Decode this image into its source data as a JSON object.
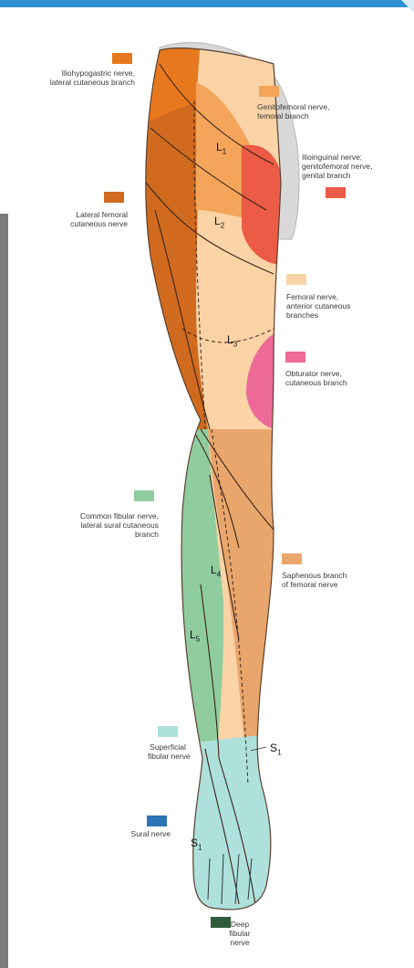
{
  "colors": {
    "iliohypogastric": "#e8781e",
    "genitofemoral": "#f4a55a",
    "ilioinguinal": "#ec5b45",
    "lateral_femoral": "#cf6a1f",
    "femoral": "#fad3a6",
    "obturator": "#ee6b98",
    "common_fibular": "#8fcc9e",
    "saphenous": "#e9a66c",
    "superficial_fibular": "#aee0dc",
    "sural": "#2c74b6",
    "deep_fibular": "#2f5d3a",
    "accent_bar": "#2e8fd0",
    "side_bar": "#7c7c7c"
  },
  "labels": {
    "iliohypogastric": [
      "Iliohypogastric nerve,",
      "lateral cutaneous branch"
    ],
    "genitofemoral": [
      "Genitofemoral nerve,",
      "femoral branch"
    ],
    "ilioinguinal": [
      "Ilioinguinal nerve;",
      "genitofemoral nerve,",
      "genital branch"
    ],
    "lateral_femoral": [
      "Lateral femoral",
      "cutaneous nerve"
    ],
    "femoral": [
      "Femoral nerve,",
      "anterior cutaneous",
      "branches"
    ],
    "obturator": [
      "Obturator nerve,",
      "cutaneous branch"
    ],
    "common_fibular": [
      "Common fibular nerve,",
      "lateral sural cutaneous",
      "branch"
    ],
    "saphenous": [
      "Saphenous branch",
      "of femoral nerve"
    ],
    "superficial_fibular": [
      "Superficial",
      "fibular nerve"
    ],
    "sural": [
      "Sural nerve"
    ],
    "deep_fibular": [
      "Deep",
      "fibular",
      "nerve"
    ]
  },
  "segments": {
    "L1": {
      "main": "L",
      "sub": "1"
    },
    "L2": {
      "main": "L",
      "sub": "2"
    },
    "L3": {
      "main": "L",
      "sub": "3"
    },
    "L4": {
      "main": "L",
      "sub": "4"
    },
    "L5": {
      "main": "L",
      "sub": "5"
    },
    "S1_ankle": {
      "main": "S",
      "sub": "1"
    },
    "S1_foot": {
      "main": "S",
      "sub": "1"
    }
  }
}
